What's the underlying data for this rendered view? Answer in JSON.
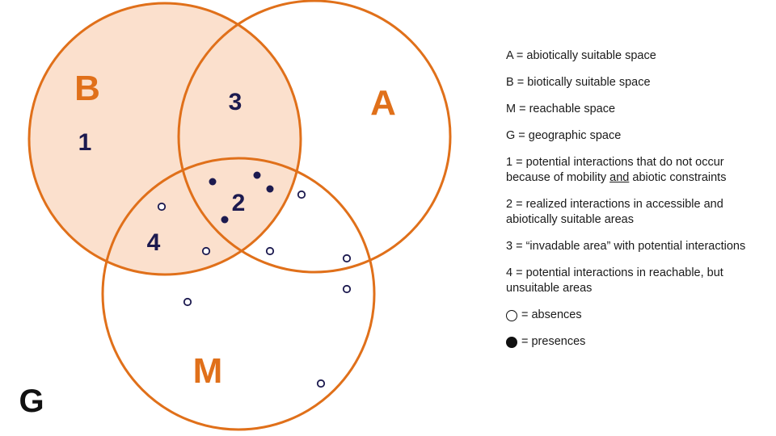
{
  "colors": {
    "circle_stroke": "#e0701a",
    "biotic_fill": "#fbe0cd",
    "region_number": "#1c1a4f",
    "point": "#1c1a4f"
  },
  "set_labels": {
    "B": "B",
    "A": "A",
    "M": "M"
  },
  "space_label": "G",
  "regions": {
    "r1": "1",
    "r2": "2",
    "r3": "3",
    "r4": "4"
  },
  "points": {
    "presences": [
      [
        263,
        225
      ],
      [
        318,
        217
      ],
      [
        334,
        234
      ],
      [
        278,
        272
      ]
    ],
    "absences": [
      [
        200,
        256
      ],
      [
        255,
        311
      ],
      [
        373,
        241
      ],
      [
        334,
        311
      ],
      [
        429,
        320
      ],
      [
        429,
        358
      ],
      [
        232,
        374
      ],
      [
        397,
        475
      ]
    ]
  },
  "legend": {
    "a": "A = abiotically suitable space",
    "b": "B = biotically suitable space",
    "m": "M = reachable space",
    "g": "G = geographic space",
    "r1_pre": "1 = potential interactions that do not occur because of mobility ",
    "r1_u": "and",
    "r1_post": " abiotic constraints",
    "r2": "2 = realized interactions in accessible and abiotically suitable areas",
    "r3": "3 = “invadable area” with potential interactions",
    "r4": "4 = potential interactions in reachable, but unsuitable areas",
    "absences": "= absences",
    "presences": "= presences"
  }
}
